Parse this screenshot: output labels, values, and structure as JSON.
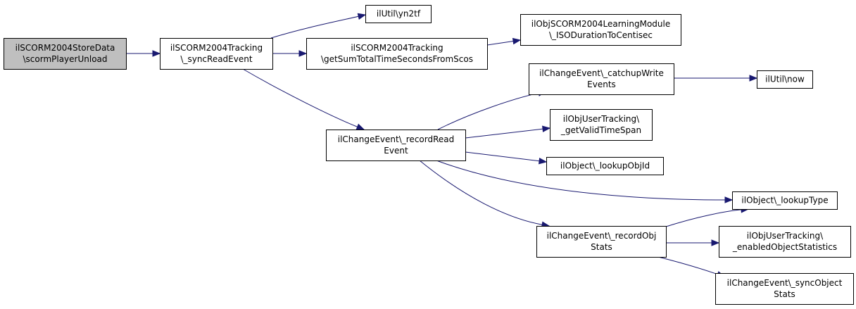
{
  "diagram": {
    "type": "call-graph",
    "colors": {
      "root_fill": "#bfbfbf",
      "node_fill": "#ffffff",
      "node_border": "#000000",
      "edge": "#191970",
      "text": "#000000"
    },
    "nodes": [
      {
        "id": "storeData",
        "lines": [
          "ilSCORM2004StoreData",
          "\\scormPlayerUnload"
        ],
        "root": true
      },
      {
        "id": "syncRead",
        "lines": [
          "ilSCORM2004Tracking",
          "\\_syncReadEvent"
        ]
      },
      {
        "id": "yn2tf",
        "lines": [
          "ilUtil\\yn2tf"
        ]
      },
      {
        "id": "getSum",
        "lines": [
          "ilSCORM2004Tracking",
          "\\getSumTotalTimeSecondsFromScos"
        ]
      },
      {
        "id": "isoDur",
        "lines": [
          "ilObjSCORM2004LearningModule",
          "\\_ISODurationToCentisec"
        ]
      },
      {
        "id": "recordRead",
        "lines": [
          "ilChangeEvent\\_recordRead",
          "Event"
        ]
      },
      {
        "id": "catchup",
        "lines": [
          "ilChangeEvent\\_catchupWrite",
          "Events"
        ]
      },
      {
        "id": "now",
        "lines": [
          "ilUtil\\now"
        ]
      },
      {
        "id": "validSpan",
        "lines": [
          "ilObjUserTracking\\",
          "_getValidTimeSpan"
        ]
      },
      {
        "id": "lookupObjId",
        "lines": [
          "ilObject\\_lookupObjId"
        ]
      },
      {
        "id": "lookupType",
        "lines": [
          "ilObject\\_lookupType"
        ]
      },
      {
        "id": "recordObj",
        "lines": [
          "ilChangeEvent\\_recordObj",
          "Stats"
        ]
      },
      {
        "id": "enabledStats",
        "lines": [
          "ilObjUserTracking\\",
          "_enabledObjectStatistics"
        ]
      },
      {
        "id": "syncObj",
        "lines": [
          "ilChangeEvent\\_syncObject",
          "Stats"
        ]
      }
    ],
    "edges": [
      {
        "from": "storeData",
        "to": "syncRead"
      },
      {
        "from": "syncRead",
        "to": "yn2tf"
      },
      {
        "from": "syncRead",
        "to": "getSum"
      },
      {
        "from": "syncRead",
        "to": "recordRead"
      },
      {
        "from": "getSum",
        "to": "isoDur"
      },
      {
        "from": "recordRead",
        "to": "catchup"
      },
      {
        "from": "recordRead",
        "to": "validSpan"
      },
      {
        "from": "recordRead",
        "to": "lookupObjId"
      },
      {
        "from": "recordRead",
        "to": "lookupType"
      },
      {
        "from": "recordRead",
        "to": "recordObj"
      },
      {
        "from": "catchup",
        "to": "now"
      },
      {
        "from": "recordObj",
        "to": "lookupType"
      },
      {
        "from": "recordObj",
        "to": "enabledStats"
      },
      {
        "from": "recordObj",
        "to": "syncObj"
      }
    ]
  }
}
